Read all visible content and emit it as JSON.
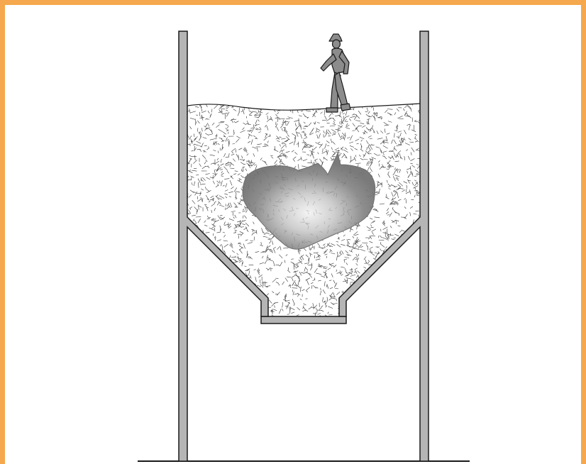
{
  "diagram": {
    "border_color": "#f5a84d",
    "wall_color": "#b5b5b5",
    "outline_color": "#1a1a1a",
    "bridge_void_color": "#8a8a8a",
    "figure_color": "#8c8c8c",
    "icons": [
      "silo-structure",
      "bulk-material",
      "bridged-void",
      "person-walking-on-surface"
    ]
  }
}
